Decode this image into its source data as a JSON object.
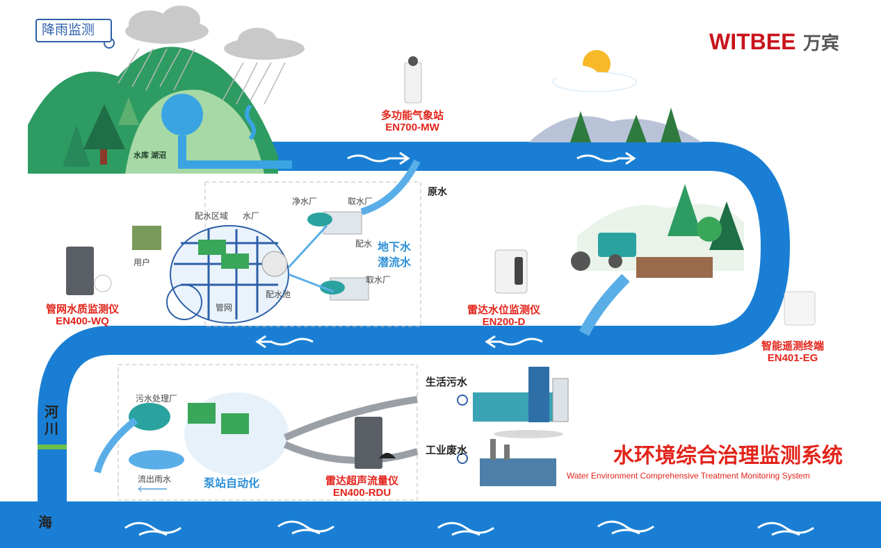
{
  "brand": {
    "name_en": "WITBEE",
    "name_cn": "万宾",
    "color": "#c8141c"
  },
  "title": {
    "cn": "水环境综合治理监测系统",
    "en": "Water Environment Comprehensive Treatment Monitoring System"
  },
  "rain_tag": "降雨监测",
  "devices": {
    "weather": {
      "name": "多功能气象站",
      "model": "EN700-MW"
    },
    "radar_level": {
      "name": "雷达水位监测仪",
      "model": "EN200-D"
    },
    "pipe_quality": {
      "name": "管网水质监测仪",
      "model": "EN400-WQ"
    },
    "terminal": {
      "name": "智能遥测终端",
      "model": "EN401-EG"
    },
    "flowmeter": {
      "name": "雷达超声流量仪",
      "model": "EN400-RDU"
    }
  },
  "scene_labels": {
    "reservoir": "水库 湖沼",
    "raw_water": "原水",
    "purify_plant": "净水厂",
    "intake1": "取水厂",
    "intake2": "取水厂",
    "distribute_water": "配水",
    "groundwater": "地下水",
    "subsurface": "潜流水",
    "distribute_area": "配水区域",
    "water_plant": "水厂",
    "user": "用户",
    "pipe_network": "管网",
    "distribute_pool": "配水池",
    "domestic_sewage": "生活污水",
    "industrial_waste": "工业废水",
    "sewage_plant": "污水处理厂",
    "rain_out": "流出雨水",
    "pump_station": "泵站自动化",
    "river": "河川",
    "sea": "海"
  },
  "colors": {
    "river": "#1a7fd4",
    "river_light": "#5aaee8",
    "label_red": "#e2231a",
    "label_blue": "#2c8fd6"
  }
}
